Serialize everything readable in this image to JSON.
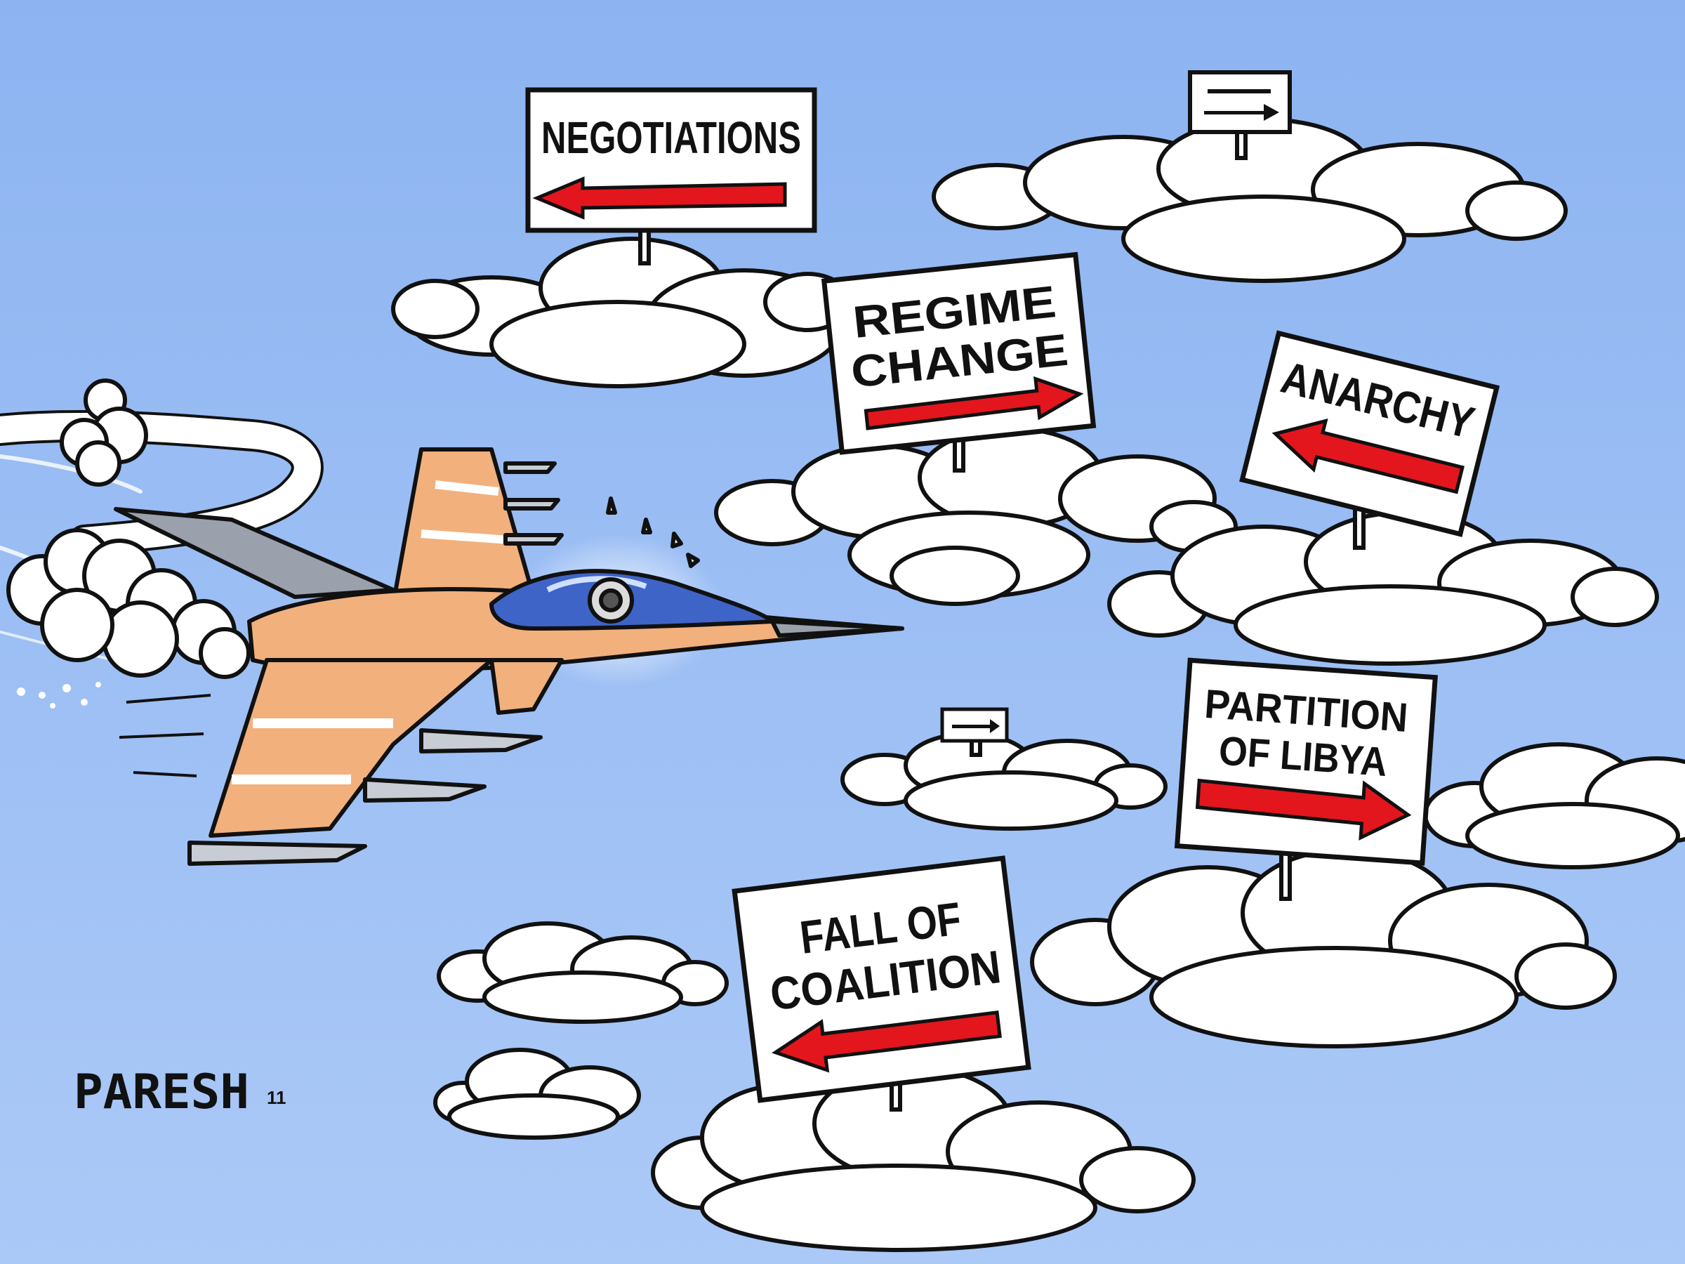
{
  "cartoon": {
    "signs": {
      "negotiations": {
        "text": "NEGOTIATIONS",
        "direction": "left"
      },
      "regime_change": {
        "line1": "REGIME",
        "line2": "CHANGE",
        "direction": "right"
      },
      "anarchy": {
        "text": "ANARCHY",
        "direction": "left"
      },
      "partition": {
        "line1": "PARTITION",
        "line2": "OF LIBYA",
        "direction": "right"
      },
      "fall_of_coalition": {
        "line1": "FALL OF",
        "line2": "COALITION",
        "direction": "left"
      },
      "top_small": {
        "direction": "right"
      },
      "mid_small": {
        "direction": "right"
      }
    },
    "signature": "PARESH",
    "signature_suffix": "11",
    "colors": {
      "sky_top": "#8fb6f2",
      "sky_bottom": "#a9c8f6",
      "arrow_red": "#e3161d",
      "jet_orange": "#f2b07c",
      "jet_grey": "#9aa0ac",
      "canopy_blue": "#3f64c8",
      "cloud_white": "#ffffff"
    },
    "icons": [
      "fighter-jet-icon",
      "cloud-icon",
      "signpost-icon",
      "arrow-icon",
      "smoke-trail-icon"
    ]
  }
}
